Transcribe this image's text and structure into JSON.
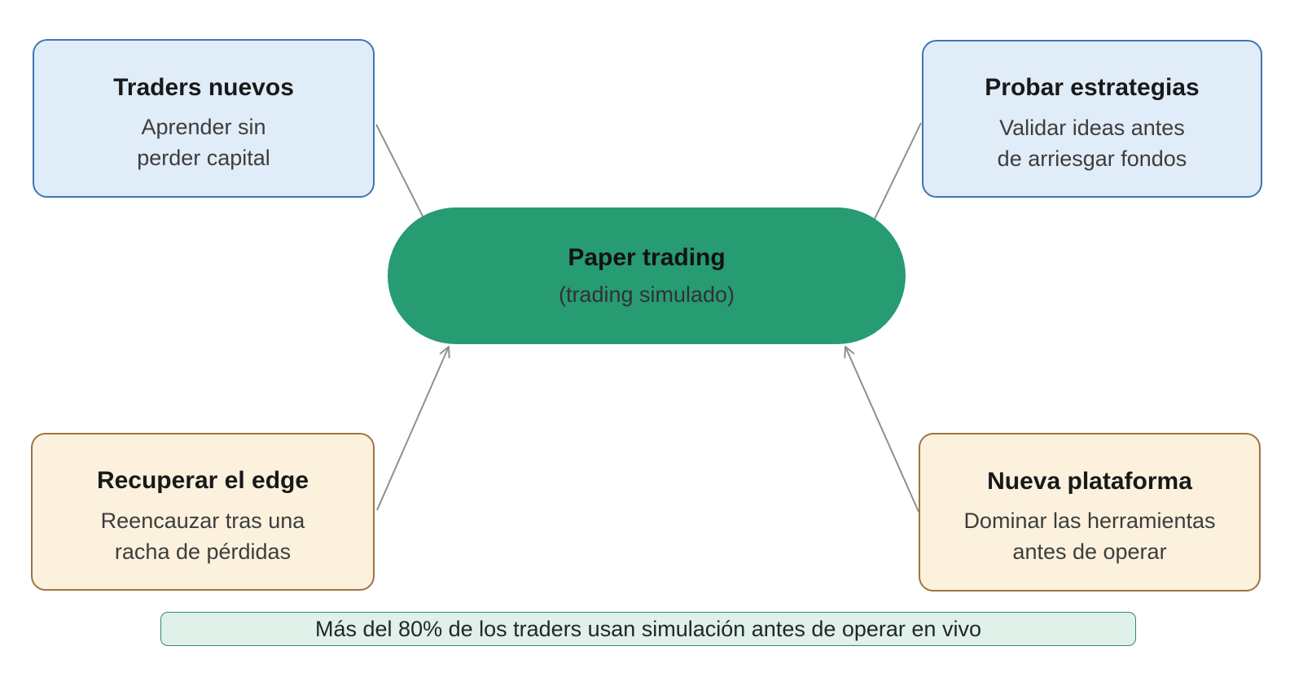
{
  "diagram": {
    "center_node": {
      "title": "Paper trading",
      "subtitle": "(trading simulado)"
    },
    "nodes": [
      {
        "id": "traders-nuevos",
        "title": "Traders nuevos",
        "line1": "Aprender sin",
        "line2": "perder capital",
        "variant": "blue"
      },
      {
        "id": "probar-estrategias",
        "title": "Probar estrategias",
        "line1": "Validar ideas antes",
        "line2": "de arriesgar fondos",
        "variant": "blue"
      },
      {
        "id": "recuperar-el-edge",
        "title": "Recuperar el edge",
        "line1": "Reencauzar tras una",
        "line2": "racha de pérdidas",
        "variant": "cream"
      },
      {
        "id": "nueva-plataforma",
        "title": "Nueva plataforma",
        "line1": "Dominar las herramientas",
        "line2": "antes de operar",
        "variant": "cream"
      }
    ],
    "banner": {
      "text": "Más del 80% de los traders usan simulación antes de operar en vivo"
    },
    "colors": {
      "center_fill": "#279b72",
      "blue_fill": "#e1ecf9",
      "blue_border": "#3d75b6",
      "cream_fill": "#fbf1dd",
      "cream_border": "#9d7440",
      "banner_fill": "#dff1e9",
      "banner_border": "#2d8c6e",
      "arrow": "#8f8f8f"
    }
  }
}
